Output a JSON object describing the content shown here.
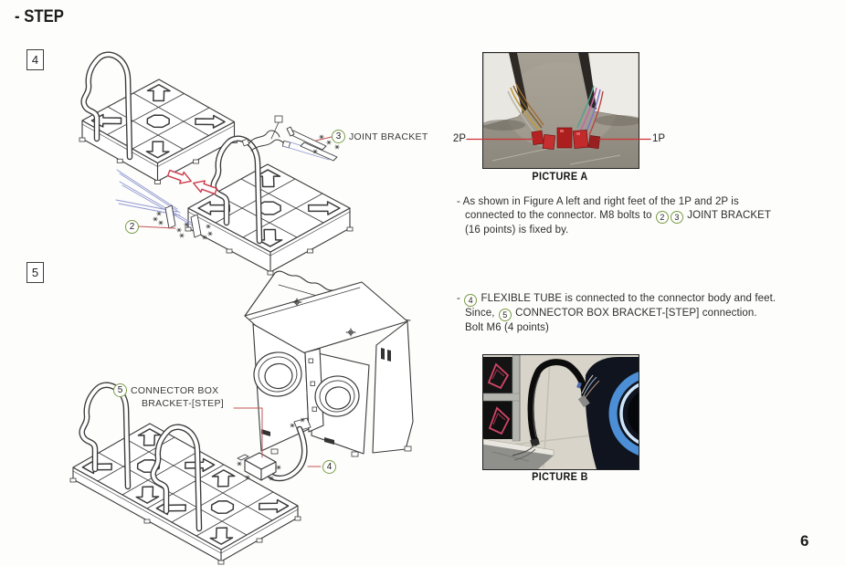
{
  "page": {
    "title": "- STEP",
    "number": "6"
  },
  "colors": {
    "ink": "#3a3a3a",
    "callout_green": "#7a9b45",
    "leader_red": "#c05555",
    "photo_leader_red": "#cc3333",
    "guide_blue": "#8f97cf",
    "arrow_red": "#cc3a4a"
  },
  "steps": [
    {
      "marker": "4",
      "callouts": [
        {
          "num": "3",
          "label": "JOINT BRACKET"
        },
        {
          "num": "2",
          "label": ""
        }
      ]
    },
    {
      "marker": "5",
      "callouts": [
        {
          "num": "5",
          "label_line1": "CONNECTOR BOX",
          "label_line2": "BRACKET-[STEP]"
        },
        {
          "num": "4",
          "label": ""
        }
      ]
    }
  ],
  "picture_a": {
    "caption": "PICTURE A",
    "left_label": "2P",
    "right_label": "1P"
  },
  "picture_b": {
    "caption": "PICTURE B"
  },
  "notes": [
    {
      "lines": [
        [
          {
            "t": "text",
            "v": "- As shown in Figure A left and right feet of the 1P and 2P is"
          }
        ],
        [
          {
            "t": "text",
            "v": "connected to the connector. M8 bolts to "
          },
          {
            "t": "circ",
            "v": "2"
          },
          {
            "t": "circ",
            "v": "3"
          },
          {
            "t": "text",
            "v": " JOINT BRACKET"
          }
        ],
        [
          {
            "t": "text",
            "v": "(16 points) is fixed by."
          }
        ]
      ]
    },
    {
      "lines": [
        [
          {
            "t": "text",
            "v": "- "
          },
          {
            "t": "circ",
            "v": "4"
          },
          {
            "t": "text",
            "v": " FLEXIBLE TUBE is connected to the connector body and feet."
          }
        ],
        [
          {
            "t": "text",
            "v": "Since, "
          },
          {
            "t": "circ",
            "v": "5"
          },
          {
            "t": "text",
            "v": " CONNECTOR BOX BRACKET-[STEP] connection."
          }
        ],
        [
          {
            "t": "text",
            "v": "Bolt M6 (4 points)"
          }
        ]
      ]
    }
  ]
}
